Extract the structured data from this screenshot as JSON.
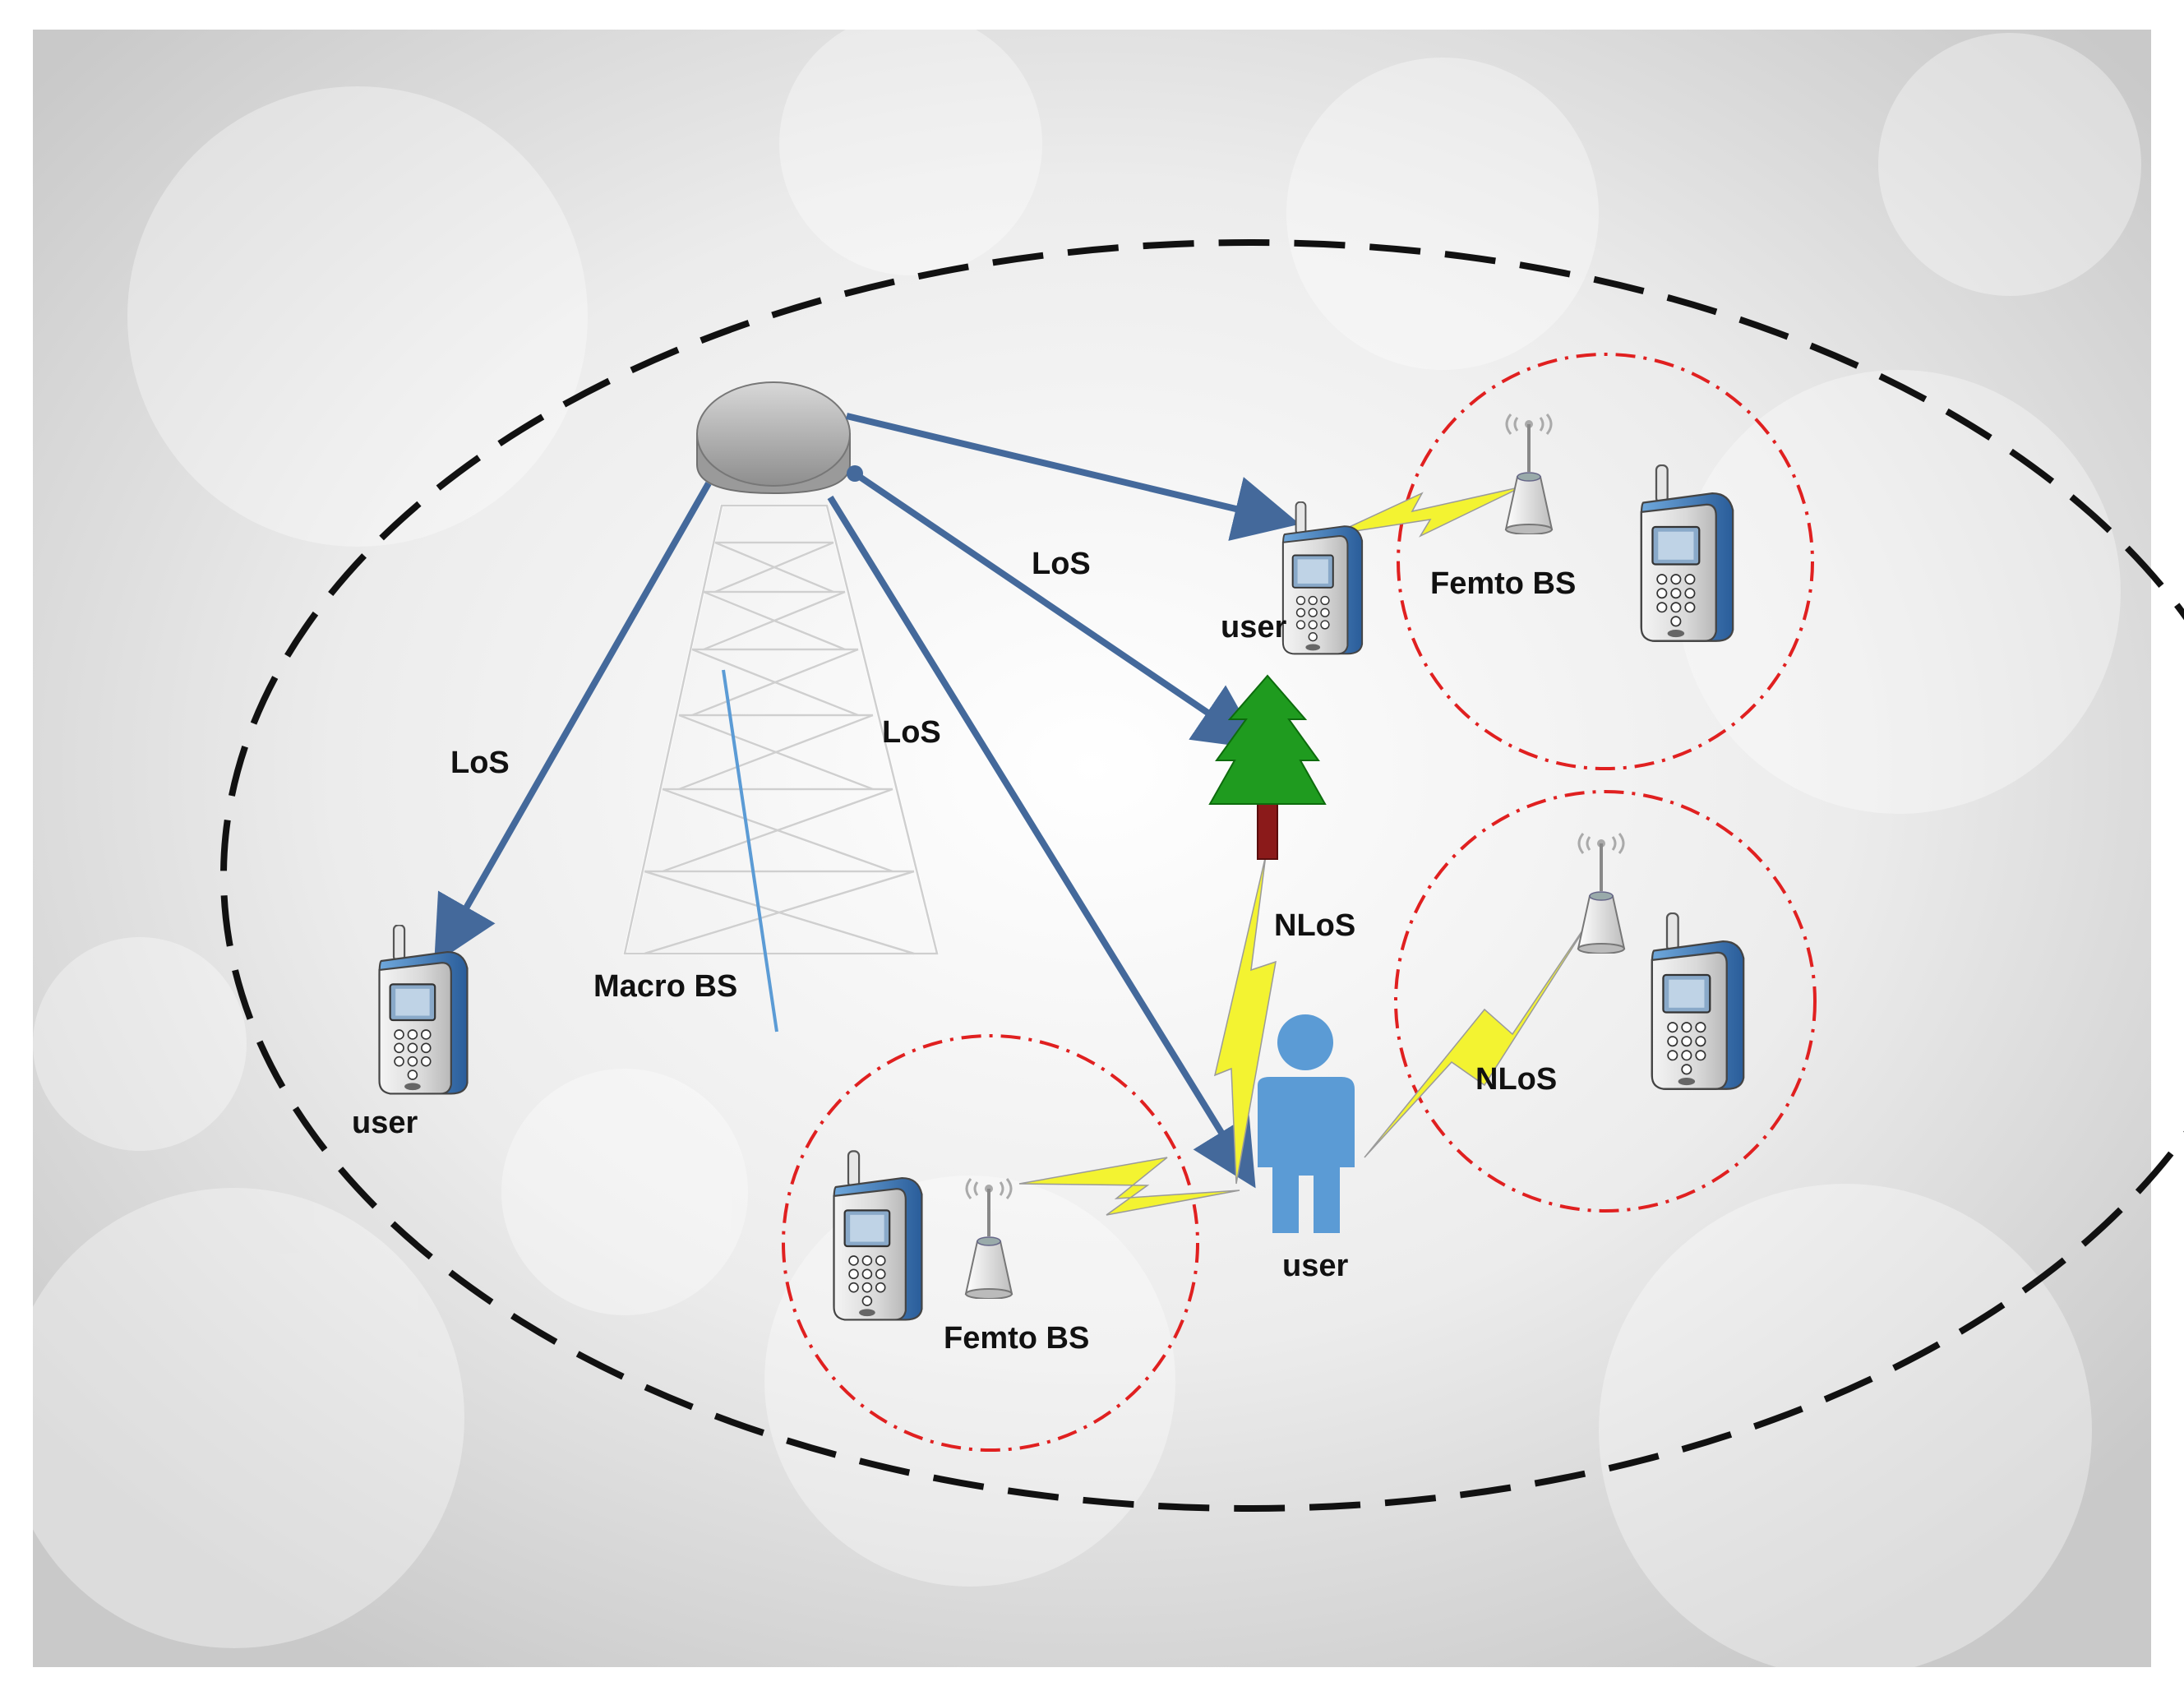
{
  "labels": {
    "los_left": "LoS",
    "los_middle": "LoS",
    "los_upper": "LoS",
    "nlos_tree": "NLoS",
    "nlos_femto": "NLoS",
    "macro_bs": "Macro BS",
    "femto_bs_top": "Femto BS",
    "femto_bs_bottom": "Femto BS",
    "user_left": "user",
    "user_top": "user",
    "user_center": "user"
  },
  "colors": {
    "link_blue": "#44699b",
    "wireless_yellow": "#f3f331",
    "macro_cell_boundary": "#111111",
    "femto_cell_boundary": "#e02020",
    "person": "#5b9bd5",
    "tree_green": "#1f9b1f",
    "tree_trunk": "#8b1a1a"
  },
  "icons": {
    "macro_bs": "tower-icon",
    "femto_bs": "antenna-icon",
    "phone": "mobile-phone-icon",
    "person": "person-icon",
    "obstacle": "tree-icon"
  }
}
